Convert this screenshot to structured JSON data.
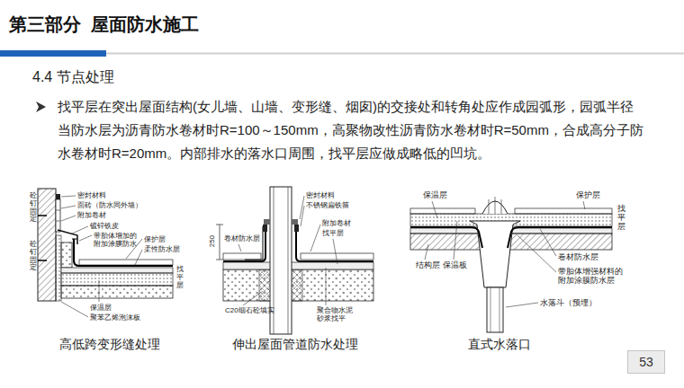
{
  "diagram": {
    "title": "第三部分  屋面防水施工",
    "nodes": [
      {
        "text": [
          "53"
        ]
      }
    ],
    "labels": [
      "4.4 节点处理",
      "找平层在突出屋面结构(女儿墙、山墙、变形缝、烟囱)的交接处和转角处应作成园弧形，园弧半径当防水层为沥青防水卷材时R=100～150mm，高聚物改性沥青防水卷材时R=50mm，合成高分子防水卷材时R=20mm。内部排水的落水口周围，找平层应做成略低的凹坑。",
      "砼钉固定",
      "砼钉固定",
      "密封材料",
      "面砖（防水同外墙）",
      "附加卷材",
      "镀锌铁皮",
      "带胎体增加的附加涂膜防水",
      "保护层",
      "柔性防水层",
      "找平层",
      "保温层",
      "聚苯乙烯泡沫板",
      "高低跨变形缝处理",
      "密封材料",
      "不锈钢扁铁箍",
      "附加卷材",
      "找平层",
      "卷材防水层",
      "250",
      "C20细石砼填实",
      "聚合物水泥砂浆找平",
      "伸出屋面管道防水处理",
      "保温层",
      "保护层",
      "找平层",
      "结构层",
      "保温板",
      "卷材防水层",
      "带胎体增强材料的附加涂膜防水层",
      "水落斗（预埋）",
      "直式水落口"
    ]
  }
}
